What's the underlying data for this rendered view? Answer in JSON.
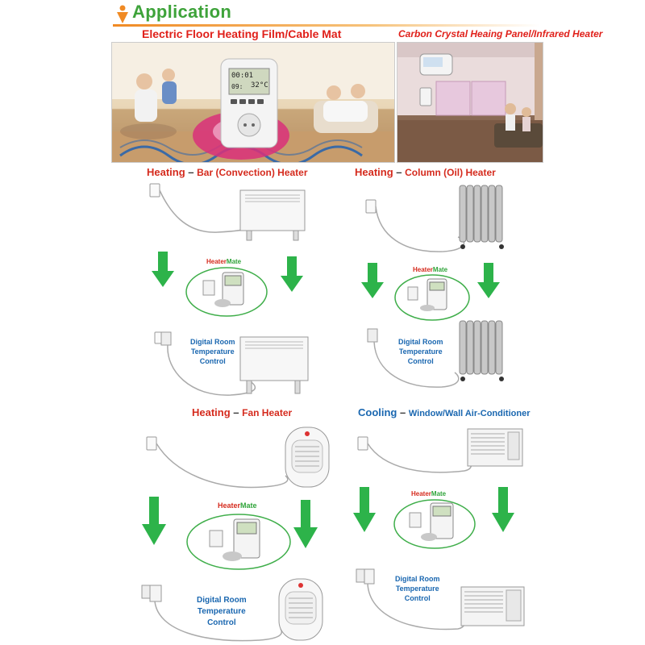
{
  "title": "Application",
  "banner": {
    "left_caption": "Electric Floor Heating Film/Cable Mat",
    "right_caption": "Carbon Crystal Heaing Panel/Infrared Heater",
    "device_display": {
      "time": "00:01",
      "temp": "32°C",
      "day": "09:"
    }
  },
  "sections": [
    {
      "heading_prefix": "Heating",
      "heading_dash": " – ",
      "heading_suffix": "Bar (Convection) Heater",
      "brand_red": "Heater",
      "brand_green": "Mate",
      "caption": [
        "Digital Room",
        "Temperature",
        "Control"
      ]
    },
    {
      "heading_prefix": "Heating",
      "heading_dash": " – ",
      "heading_suffix": "Column (Oil) Heater",
      "brand_red": "Heater",
      "brand_green": "Mate",
      "caption": [
        "Digital Room",
        "Temperature",
        "Control"
      ]
    },
    {
      "heading_prefix": "Heating",
      "heading_dash": " – ",
      "heading_suffix": "Fan Heater",
      "brand_red": "Heater",
      "brand_green": "Mate",
      "caption": [
        "Digital Room",
        "Temperature",
        "Control"
      ]
    },
    {
      "heading_prefix": "Cooling",
      "heading_dash": " – ",
      "heading_suffix": "Window/Wall Air-Conditioner",
      "brand_red": "Heater",
      "brand_green": "Mate",
      "caption": [
        "Digital Room",
        "Temperature",
        "Control"
      ]
    }
  ],
  "colors": {
    "title_green": "#3ea33a",
    "heading_red": "#d52b1e",
    "caption_blue": "#1a67b0",
    "arrow_green": "#2db34a"
  }
}
